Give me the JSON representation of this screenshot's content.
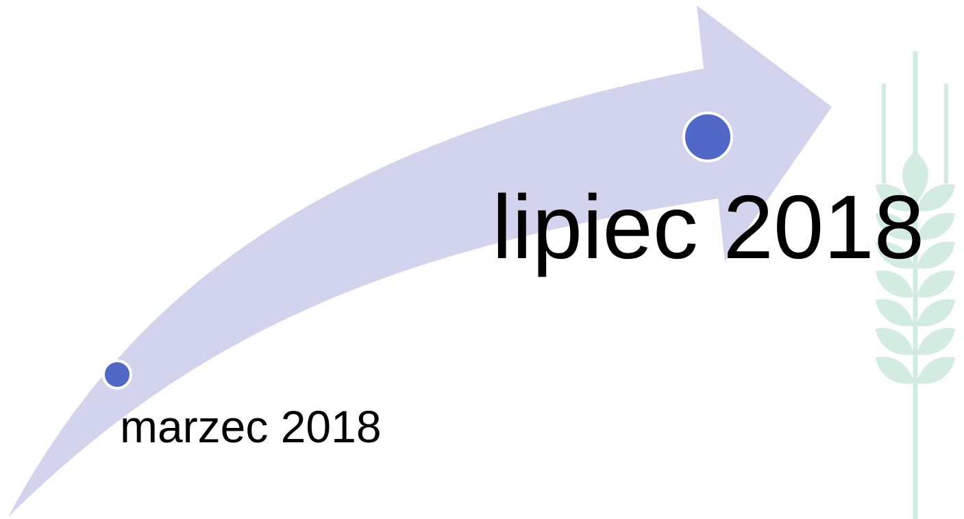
{
  "timeline": {
    "milestones": [
      {
        "label": "marzec 2018"
      },
      {
        "label": "lipiec 2018"
      }
    ]
  },
  "colors": {
    "arrow_fill": "#d2d4ee",
    "marker_fill": "#5268c6",
    "marker_stroke": "#ffffff",
    "wheat_decoration": "#d3ece1",
    "text": "#000000"
  },
  "icons": {
    "arrow": "curved-arrow",
    "decoration": "wheat-ear"
  }
}
